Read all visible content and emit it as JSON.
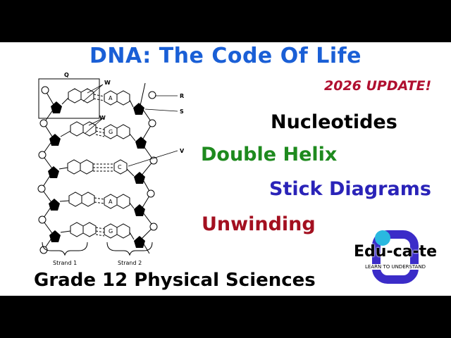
{
  "title": "DNA: The Code Of Life",
  "update_badge": "2026 UPDATE!",
  "topics": [
    "Nucleotides",
    "Double Helix",
    "Stick Diagrams",
    "Unwinding"
  ],
  "subtitle": "Grade 12 Physical Sciences",
  "diagram": {
    "labels": {
      "q": "Q",
      "w1": "W",
      "w2": "W",
      "r": "R",
      "s": "S",
      "v": "V"
    },
    "bases": [
      "A",
      "G",
      "C",
      "A",
      "G"
    ],
    "strand1_label": "Strand 1",
    "strand2_label": "Strand 2"
  },
  "logo": {
    "name": "Edu-ca-te",
    "tagline": "LEARN TO UNDERSTAND"
  },
  "colors": {
    "title": "#1a5fd6",
    "update": "#b01030",
    "nucleotides": "#000000",
    "double_helix": "#1e8a1e",
    "stick_diagrams": "#2a23b8",
    "unwinding": "#a31020",
    "logo_ring": "#3b2cc8",
    "logo_dot": "#2ab8e0"
  }
}
